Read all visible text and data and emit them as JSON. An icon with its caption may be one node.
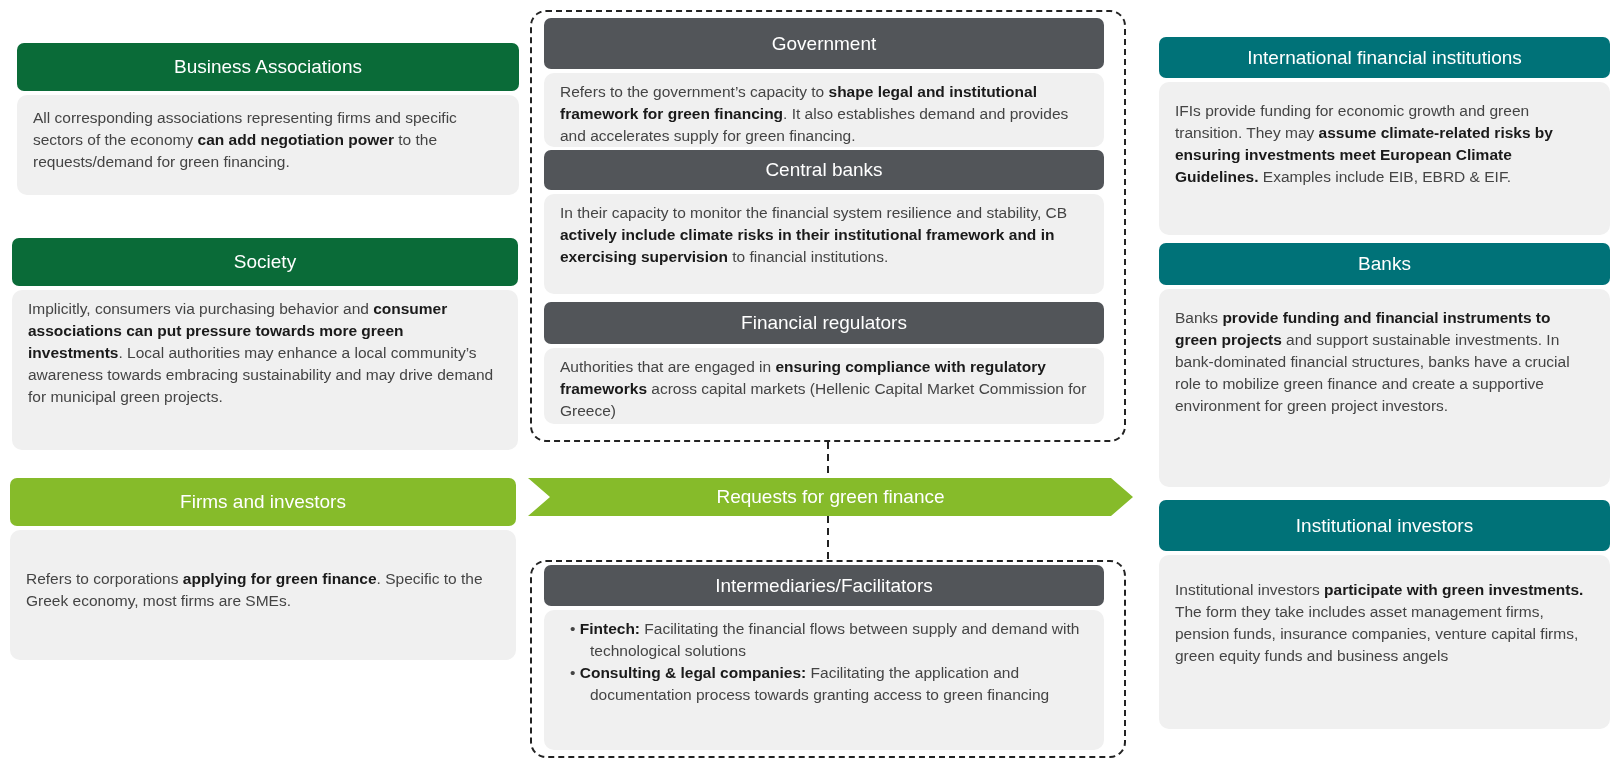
{
  "diagram": {
    "nodes": [
      {
        "text": [
          "Business Associations",
          "All corresponding associations representing firms and specific sectors of the economy **can add negotiation power** to the requests/demand for green financing."
        ]
      },
      {
        "text": [
          "Society",
          "Implicitly, consumers via purchasing behavior and **consumer associations can put pressure towards more green investments**. Local authorities may enhance a local community’s awareness towards embracing sustainability and may drive demand for municipal green projects."
        ]
      },
      {
        "text": [
          "Firms and investors",
          "Refers to corporations **applying for green finance**. Specific to the Greek economy, most firms are SMEs."
        ]
      },
      {
        "text": [],
        "shape": "box"
      },
      {
        "text": [
          "Government",
          "Refers to the government’s capacity to **shape legal and institutional framework for green financing**. It also establishes demand and provides and accelerates supply for green financing."
        ],
        "in": 3
      },
      {
        "text": [
          "Central banks",
          "In their capacity to monitor the financial system resilience and stability, CB **actively include climate risks in their institutional framework and in exercising supervision** to financial institutions."
        ],
        "in": 3
      },
      {
        "text": [
          "Financial regulators",
          "Authorities that are engaged in **ensuring compliance with regulatory frameworks** across capital markets (Hellenic Capital Market Commission for Greece)"
        ],
        "in": 3
      },
      {
        "text": [
          "Requests for green finance"
        ]
      },
      {
        "text": [],
        "shape": "box"
      },
      {
        "text": [
          "Intermediaries/Facilitators",
          "• **Fintech:** Facilitating the financial flows between supply and demand with technological solutions",
          "• **Consulting & legal companies:** Facilitating the application and documentation process towards granting access to green financing"
        ],
        "in": 8
      },
      {
        "text": [
          "International financial institutions",
          "IFIs provide funding for economic growth and green transition. They may **assume climate-related risks by ensuring investments meet European Climate Guidelines.** Examples include EIB, EBRD & EIF."
        ]
      },
      {
        "text": [
          "Banks",
          "Banks **provide funding and financial instruments to green projects** and support sustainable investments. In bank-dominated financial structures, banks have a crucial role to mobilize green finance and create a supportive environment for green project investors."
        ]
      },
      {
        "text": [
          "Institutional investors",
          "Institutional investors **participate with green investments.** The form they take includes asset management firms, pension funds, insurance companies, venture capital firms, green equity funds and business angels"
        ]
      }
    ],
    "edges": [
      {
        "from": 3,
        "to": 7,
        "arrow": "none",
        "style": "dashed"
      },
      {
        "from": 7,
        "to": 8,
        "arrow": "none",
        "style": "dashed"
      }
    ]
  }
}
